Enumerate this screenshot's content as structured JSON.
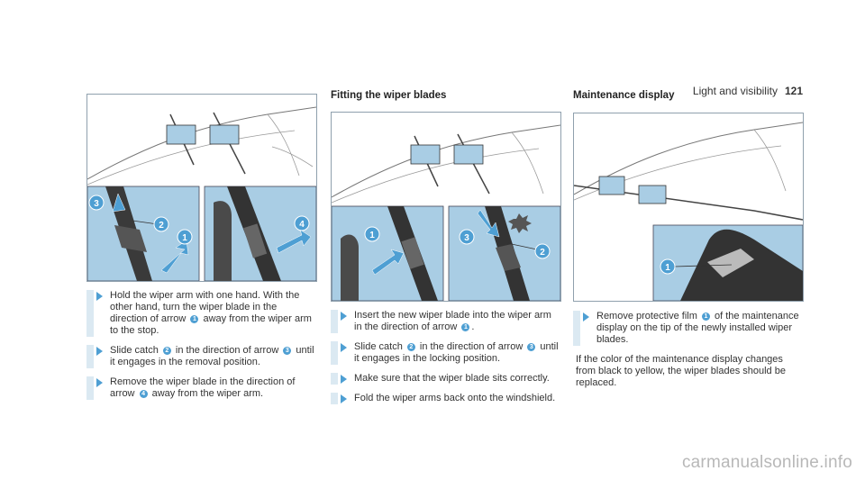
{
  "header": {
    "section": "Light and visibility",
    "page_number": "121"
  },
  "columns": {
    "c1": {
      "figure": {
        "callouts": [
          "1",
          "2",
          "3",
          "4"
        ]
      },
      "steps": [
        {
          "parts": [
            "Hold the wiper arm with one hand. With the other hand, turn the wiper blade in the direction of arrow ",
            "1",
            " away from the wiper arm to the stop."
          ]
        },
        {
          "parts": [
            "Slide catch ",
            "2",
            " in the direction of arrow ",
            "3",
            " until it engages in the removal position."
          ]
        },
        {
          "parts": [
            "Remove the wiper blade in the direction of arrow ",
            "4",
            " away from the wiper arm."
          ]
        }
      ]
    },
    "c2": {
      "heading": "Fitting the wiper blades",
      "figure": {
        "callouts": [
          "1",
          "2",
          "3"
        ]
      },
      "steps": [
        {
          "parts": [
            "Insert the new wiper blade into the wiper arm in the direction of arrow ",
            "1",
            "."
          ]
        },
        {
          "parts": [
            "Slide catch ",
            "2",
            " in the direction of arrow ",
            "3",
            " until it engages in the locking position."
          ]
        },
        {
          "parts": [
            "Make sure that the wiper blade sits correctly."
          ]
        },
        {
          "parts": [
            "Fold the wiper arms back onto the windshield."
          ]
        }
      ]
    },
    "c3": {
      "heading": "Maintenance display",
      "figure": {
        "callouts": [
          "1"
        ]
      },
      "steps": [
        {
          "parts": [
            "Remove protective film ",
            "1",
            " of the maintenance display on the tip of the newly installed wiper blades."
          ]
        }
      ],
      "note": "If the color of the maintenance display changes from black to yellow, the wiper blades should be replaced."
    }
  },
  "watermark": "carmanualsonline.info",
  "colors": {
    "accent": "#4e9fd3",
    "step_bar": "#dbe9f2",
    "detail_bg": "#a9cde4",
    "frame": "#8fa0ad"
  }
}
